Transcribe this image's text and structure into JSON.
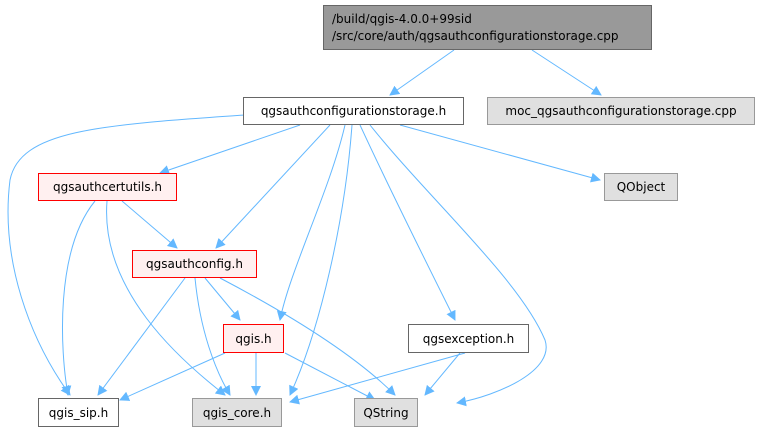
{
  "diagram": {
    "type": "include-dependency-graph",
    "edge_color": "#63b8ff",
    "nodes": {
      "root": {
        "line1": "/build/qgis-4.0.0+99sid",
        "line2": "/src/core/auth/qgsauthconfigurationstorage.cpp",
        "style": "root"
      },
      "storage_h": {
        "label": "qgsauthconfigurationstorage.h",
        "style": "normal"
      },
      "moc": {
        "label": "moc_qgsauthconfigurationstorage.cpp",
        "style": "external"
      },
      "certutils": {
        "label": "qgsauthcertutils.h",
        "style": "truncated"
      },
      "qobject": {
        "label": "QObject",
        "style": "external"
      },
      "authconfig": {
        "label": "qgsauthconfig.h",
        "style": "truncated"
      },
      "qgis": {
        "label": "qgis.h",
        "style": "truncated"
      },
      "exception": {
        "label": "qgsexception.h",
        "style": "normal"
      },
      "sip": {
        "label": "qgis_sip.h",
        "style": "normal"
      },
      "core": {
        "label": "qgis_core.h",
        "style": "external"
      },
      "qstring": {
        "label": "QString",
        "style": "external"
      }
    },
    "edges": [
      [
        "root",
        "storage_h"
      ],
      [
        "root",
        "moc"
      ],
      [
        "storage_h",
        "certutils"
      ],
      [
        "storage_h",
        "qobject"
      ],
      [
        "storage_h",
        "authconfig"
      ],
      [
        "storage_h",
        "qgis"
      ],
      [
        "storage_h",
        "exception"
      ],
      [
        "storage_h",
        "sip"
      ],
      [
        "storage_h",
        "core"
      ],
      [
        "storage_h",
        "qstring"
      ],
      [
        "certutils",
        "authconfig"
      ],
      [
        "certutils",
        "sip"
      ],
      [
        "certutils",
        "core"
      ],
      [
        "authconfig",
        "qgis"
      ],
      [
        "authconfig",
        "sip"
      ],
      [
        "authconfig",
        "core"
      ],
      [
        "authconfig",
        "qstring"
      ],
      [
        "qgis",
        "sip"
      ],
      [
        "qgis",
        "core"
      ],
      [
        "qgis",
        "qstring"
      ],
      [
        "exception",
        "core"
      ],
      [
        "exception",
        "qstring"
      ]
    ]
  }
}
